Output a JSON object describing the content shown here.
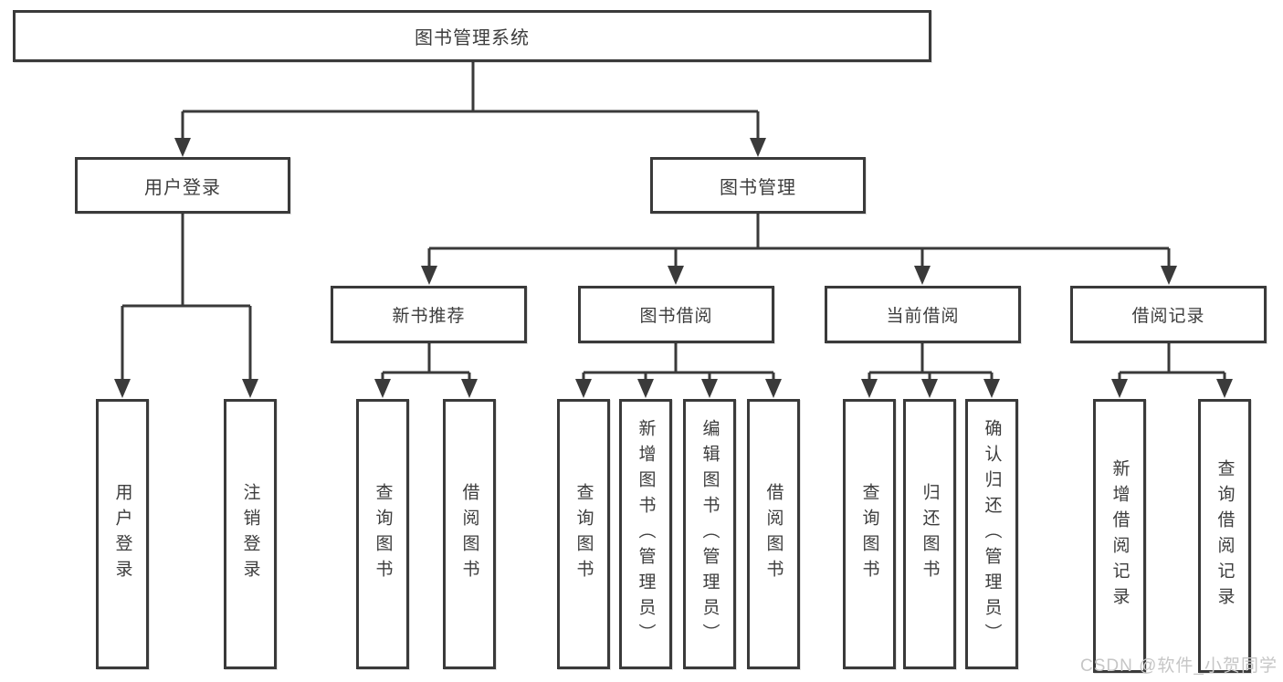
{
  "colors": {
    "line": "#3a3a3a",
    "text": "#3d3d3d",
    "background": "#ffffff",
    "watermark": "#c6c6c6"
  },
  "diagram": {
    "root": {
      "label": "图书管理系统"
    },
    "branches": [
      {
        "label": "用户登录",
        "children": [
          {
            "label": "用户登录"
          },
          {
            "label": "注销登录"
          }
        ]
      },
      {
        "label": "图书管理",
        "children": [
          {
            "label": "新书推荐",
            "children": [
              {
                "label": "查询图书"
              },
              {
                "label": "借阅图书"
              }
            ]
          },
          {
            "label": "图书借阅",
            "children": [
              {
                "label": "查询图书"
              },
              {
                "label": "新增图书（管理员）"
              },
              {
                "label": "编辑图书（管理员）"
              },
              {
                "label": "借阅图书"
              }
            ]
          },
          {
            "label": "当前借阅",
            "children": [
              {
                "label": "查询图书"
              },
              {
                "label": "归还图书"
              },
              {
                "label": "确认归还（管理员）"
              }
            ]
          },
          {
            "label": "借阅记录",
            "children": [
              {
                "label": "新增借阅记录"
              },
              {
                "label": "查询借阅记录"
              }
            ]
          }
        ]
      }
    ]
  },
  "watermark": {
    "text": "CSDN @软件_小贺同学"
  }
}
